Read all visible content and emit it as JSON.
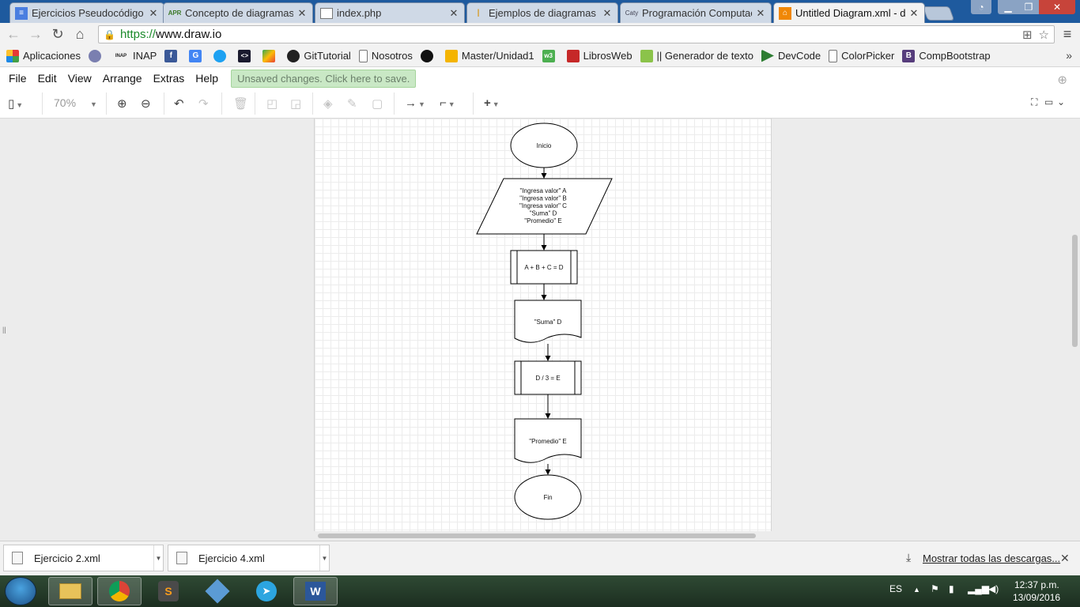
{
  "browser": {
    "tabs": [
      {
        "label": "Ejercicios Pseudocódigo -",
        "icon": "docs-icon",
        "active": false
      },
      {
        "label": "Concepto de diagramas d",
        "icon": "apr-icon",
        "icon_text": "APR",
        "active": false
      },
      {
        "label": "index.php",
        "icon": "page-icon",
        "active": false
      },
      {
        "label": "Ejemplos de diagramas de",
        "icon": "pencil-icon",
        "active": false
      },
      {
        "label": "Programación Computacio",
        "icon": "caty-icon",
        "icon_text": "Caty",
        "active": false
      },
      {
        "label": "Untitled Diagram.xml - dra",
        "icon": "drawio-icon",
        "active": true
      }
    ],
    "url_scheme": "https://",
    "url_host": "www.draw.io",
    "bookmarks": [
      {
        "label": "Aplicaciones",
        "icon": "apps-grid-icon"
      },
      {
        "label": "",
        "icon": "seal-icon"
      },
      {
        "label": "INAP",
        "icon": "inap-icon",
        "icon_text": "INAP"
      },
      {
        "label": "",
        "icon": "facebook-icon",
        "icon_text": "f"
      },
      {
        "label": "",
        "icon": "google-translate-icon",
        "icon_text": "G"
      },
      {
        "label": "",
        "icon": "twitter-icon"
      },
      {
        "label": "",
        "icon": "code-icon",
        "icon_text": "<>"
      },
      {
        "label": "",
        "icon": "maps-icon"
      },
      {
        "label": "GitTutorial",
        "icon": "octocat-icon"
      },
      {
        "label": "Nosotros",
        "icon": "page-icon"
      },
      {
        "label": "",
        "icon": "github-icon"
      },
      {
        "label": "Master/Unidad1",
        "icon": "slides-icon"
      },
      {
        "label": "",
        "icon": "w3-icon",
        "icon_text": "w3"
      },
      {
        "label": "LibrosWeb",
        "icon": "book-icon"
      },
      {
        "label": "|| Generador de texto",
        "icon": "generator-icon"
      },
      {
        "label": "DevCode",
        "icon": "devcode-icon"
      },
      {
        "label": "ColorPicker",
        "icon": "page-icon"
      },
      {
        "label": "CompBootstrap",
        "icon": "bootstrap-icon",
        "icon_text": "B"
      }
    ]
  },
  "app": {
    "menu": [
      "File",
      "Edit",
      "View",
      "Arrange",
      "Extras",
      "Help"
    ],
    "save_notice": "Unsaved changes. Click here to save.",
    "zoom": "70%"
  },
  "diagram": {
    "start_label": "Inicio",
    "input_lines": [
      "\"Ingresa valor\" A",
      "\"Ingresa valor\" B",
      "\"Ingresa valor\" C",
      "\"Suma\" D",
      "\"Promedio\" E"
    ],
    "process1_label": "A + B + C = D",
    "output1_label": "\"Suma\" D",
    "process2_label": "D / 3 = E",
    "output2_label": "\"Promedio\" E",
    "end_label": "Fin"
  },
  "downloads": {
    "items": [
      "Ejercicio 2.xml",
      "Ejercicio 4.xml"
    ],
    "show_all": "Mostrar todas las descargas..."
  },
  "taskbar": {
    "language": "ES",
    "time": "12:37 p.m.",
    "date": "13/09/2016"
  }
}
